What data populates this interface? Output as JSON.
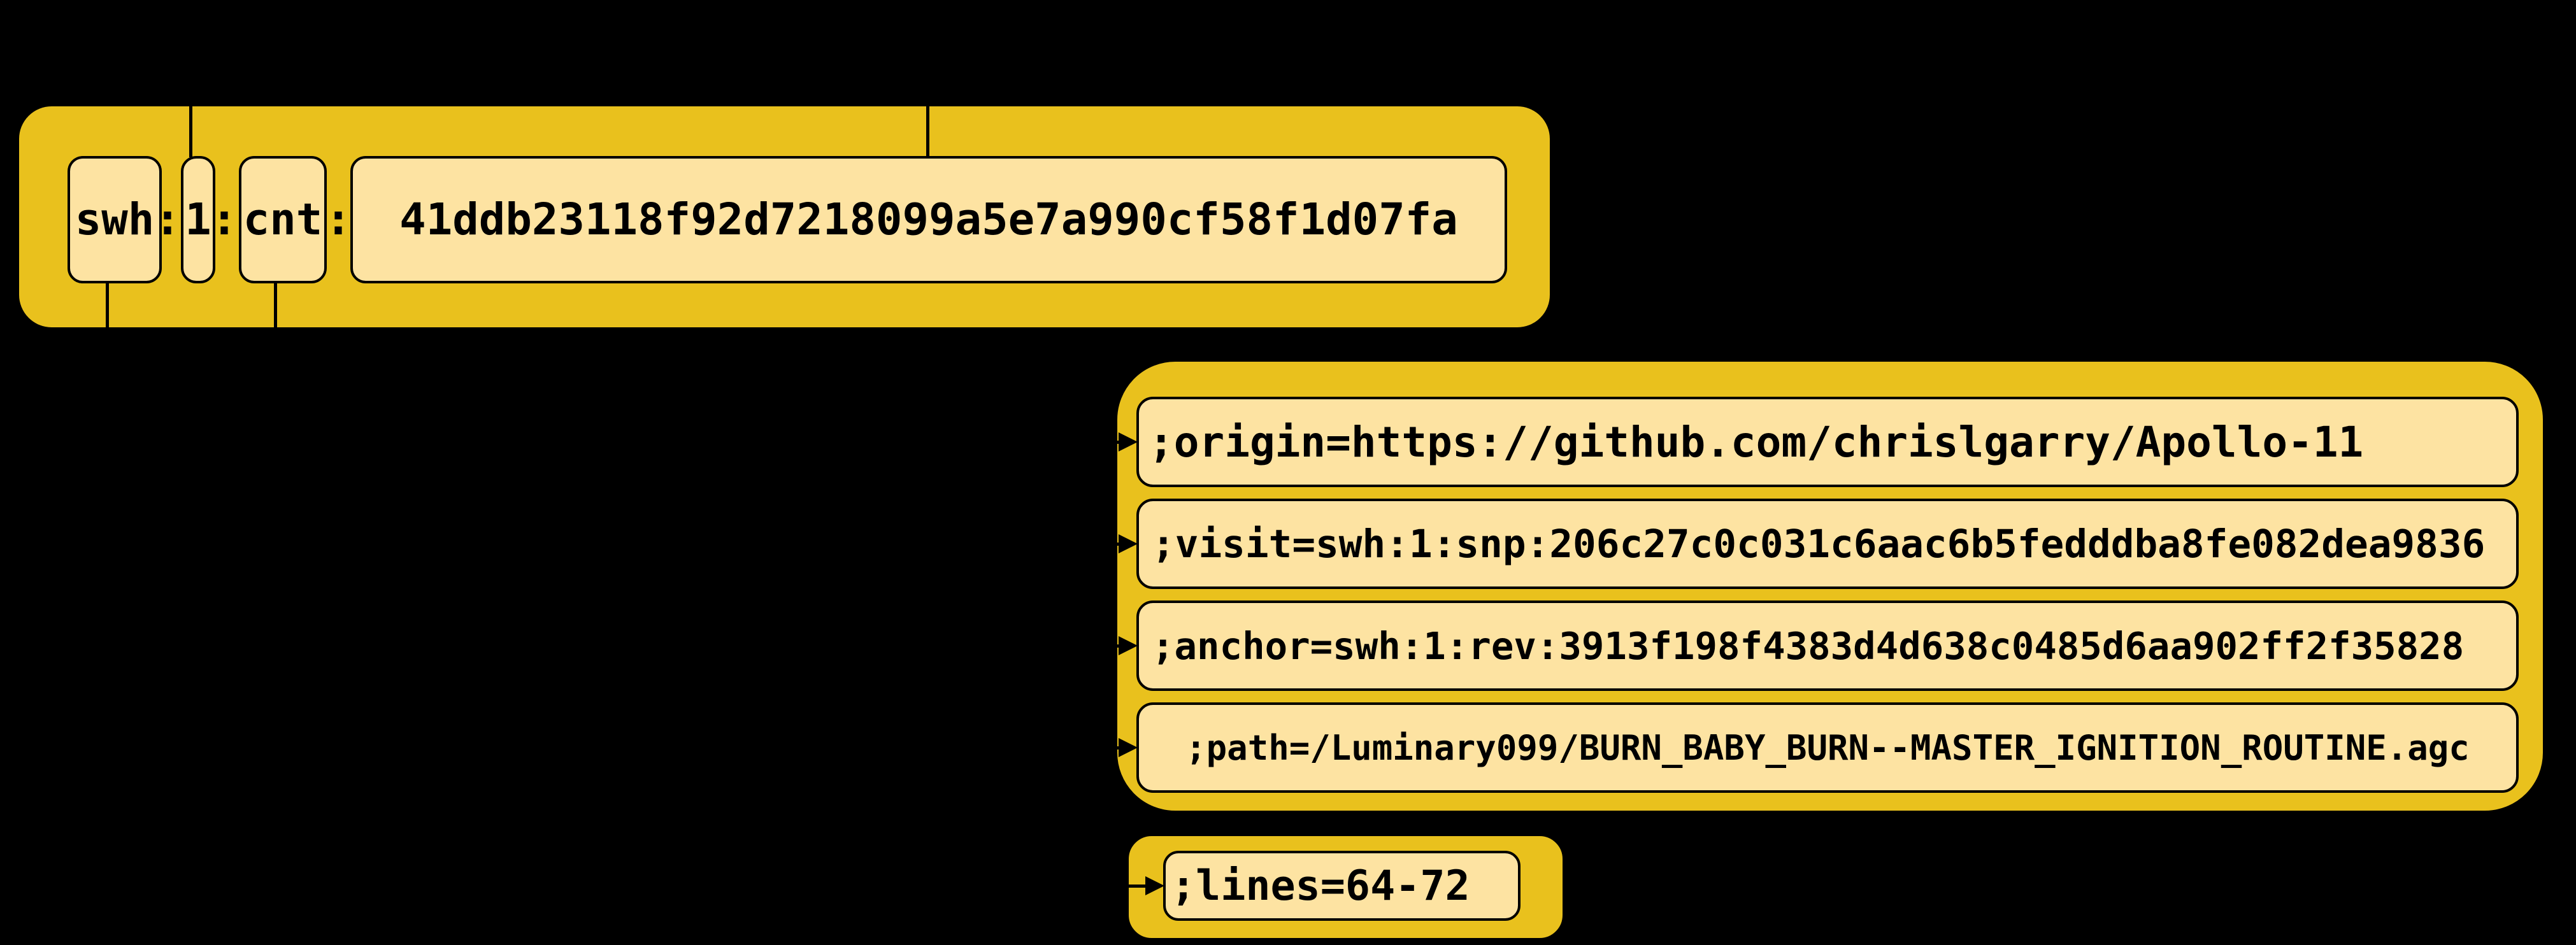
{
  "colors": {
    "background": "#000000",
    "box_fill": "#e9c11d",
    "segment_fill": "#fde3a2",
    "stroke": "#000000"
  },
  "core_swhid": {
    "scheme": "swh",
    "separator": ":",
    "version": "1",
    "object_type": "cnt",
    "object_id": "41ddb23118f92d7218099a5e7a990cf58f1d07fa"
  },
  "qualifiers": {
    "origin": ";origin=https://github.com/chrislgarry/Apollo-11",
    "visit": ";visit=swh:1:snp:206c27c0c031c6aac6b5fedddba8fe082dea9836",
    "anchor": ";anchor=swh:1:rev:3913f198f4383d4d638c0485d6aa902ff2f35828",
    "path": ";path=/Luminary099/BURN_BABY_BURN--MASTER_IGNITION_ROUTINE.agc",
    "lines": ";lines=64-72"
  }
}
